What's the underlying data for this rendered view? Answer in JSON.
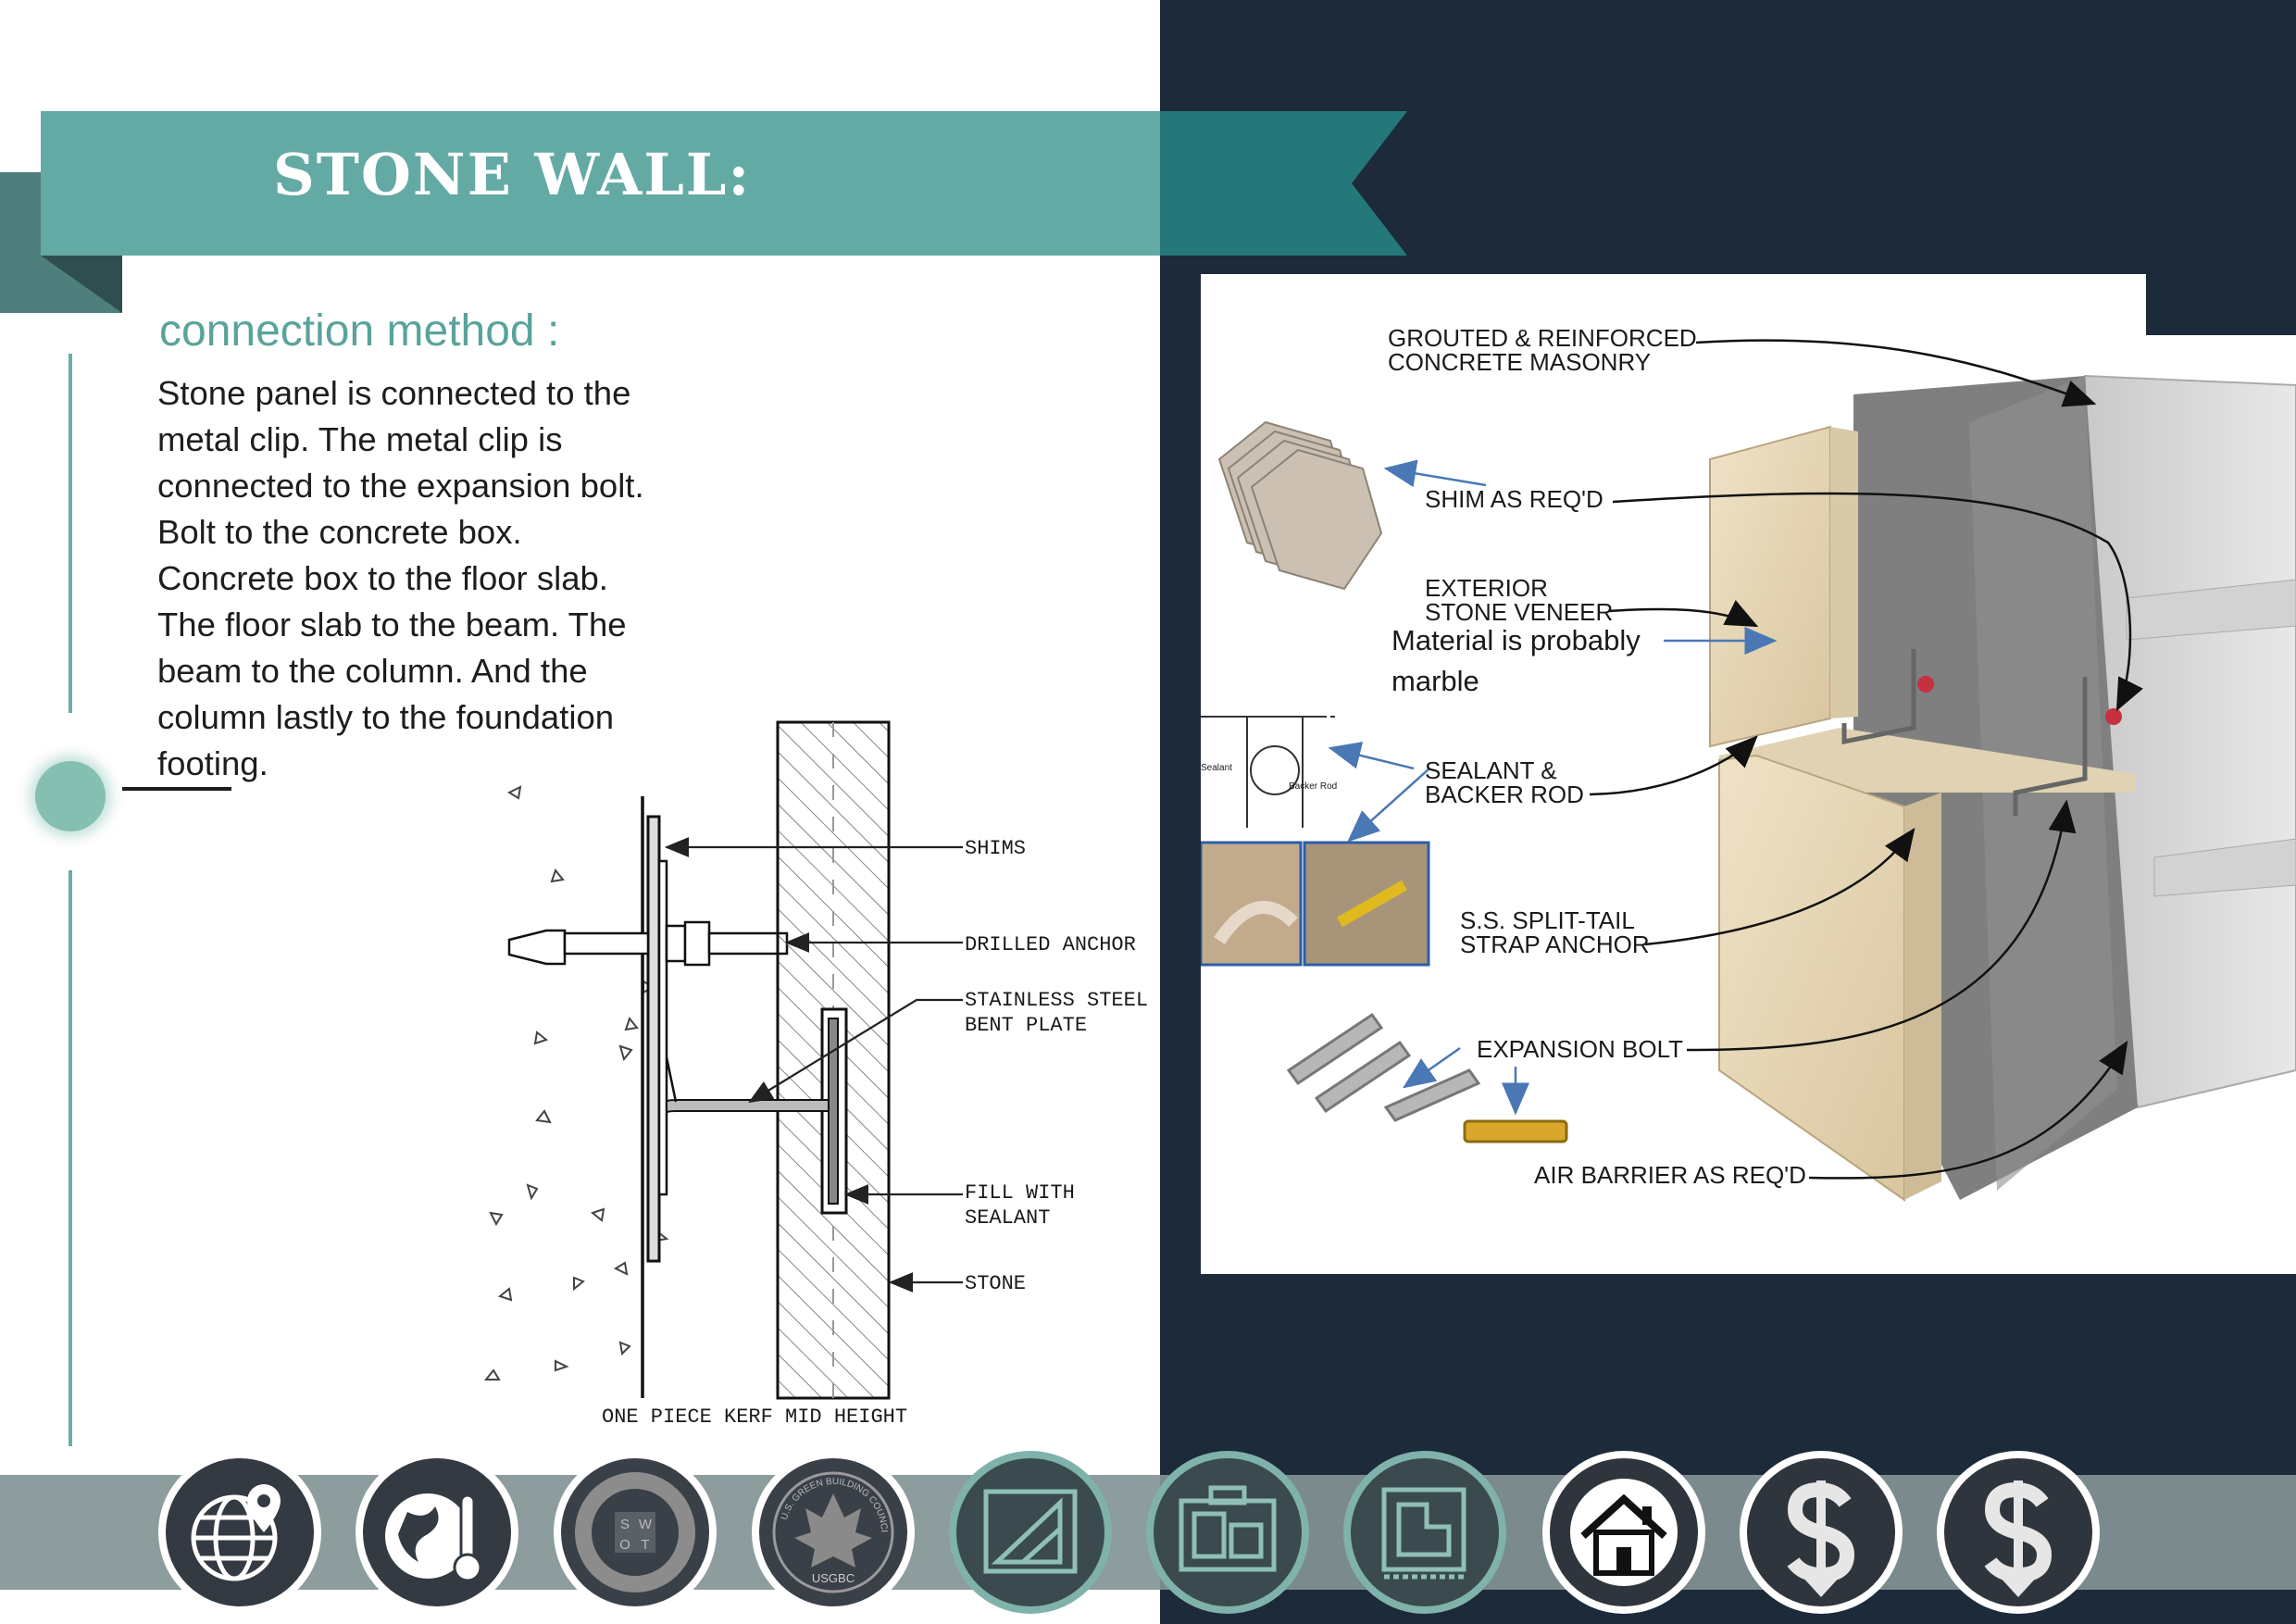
{
  "header": {
    "title": "STONE WALL:"
  },
  "content": {
    "subtitle": "connection method :",
    "body_lines": [
      "Stone panel is connected to the",
      "metal clip. The metal clip is",
      "connected to the expansion bolt.",
      "Bolt to the concrete box.",
      "Concrete box to the floor slab.",
      "The floor slab to the beam. The",
      "beam  to the column. And the",
      "column lastly to the foundation",
      "footing."
    ]
  },
  "section_detail": {
    "labels": {
      "shims": "SHIMS",
      "drilled_anchor": "DRILLED ANCHOR",
      "bent_plate_1": "STAINLESS STEEL",
      "bent_plate_2": "BENT PLATE",
      "fill_1": "FILL WITH",
      "fill_2": "SEALANT",
      "stone": "STONE",
      "caption": "ONE PIECE KERF MID HEIGHT"
    }
  },
  "isometric": {
    "labels": {
      "grouted_1": "GROUTED & REINFORCED",
      "grouted_2": "CONCRETE MASONRY",
      "shim": "SHIM AS REQ'D",
      "veneer_1": "EXTERIOR",
      "veneer_2": "STONE VENEER",
      "material_1": "Material is probably",
      "material_2": "marble",
      "sealant_1": "SEALANT &",
      "sealant_2": "BACKER ROD",
      "backer_rod": "Backer Rod",
      "sealant_small": "Sealant",
      "anchor_1": "S.S. SPLIT-TAIL",
      "anchor_2": "STRAP ANCHOR",
      "expansion_bolt": "EXPANSION BOLT",
      "air_barrier": "AIR BARRIER AS REQ'D"
    }
  },
  "swot_letters": {
    "s": "S",
    "w": "W",
    "o": "O",
    "t": "T"
  },
  "usgbc_text": {
    "ring": "U.S. GREEN BUILDING COUNCIL",
    "short": "USGBC"
  },
  "nav": {
    "icons": [
      "globe-location-icon",
      "climate-thermometer-icon",
      "swot-analysis-icon",
      "usgbc-logo-icon",
      "drafting-triangle-plan-icon",
      "blueprint-layout-icon",
      "floor-plan-icon",
      "house-icon",
      "dollar-down-icon",
      "dollar-down-icon"
    ]
  },
  "colors": {
    "teal": "#5fa8a3",
    "dark_navy": "#1c2a3a",
    "accent_green": "#6fb5a5"
  }
}
